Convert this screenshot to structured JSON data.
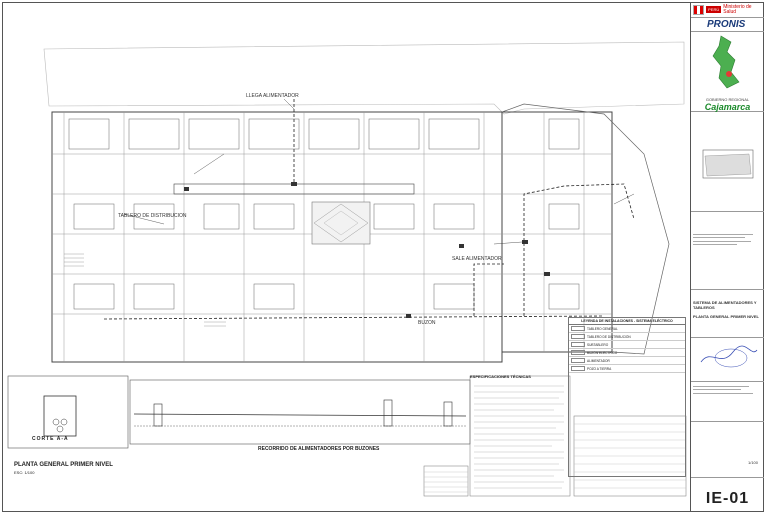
{
  "titleblock": {
    "ministry": "Ministerio de Salud",
    "peru": "PERÚ",
    "pronis": "PRONIS",
    "gov": "GOBIERNO REGIONAL",
    "region": "Cajamarca",
    "system_title": "SISTEMA DE ALIMENTADORES Y TABLEROS",
    "plan_title": "PLANTA GENERAL PRIMER NIVEL",
    "sheet_number": "IE-01",
    "scale": "1/100"
  },
  "drawing": {
    "title": "PLANTA GENERAL PRIMER NIVEL",
    "scale": "ESC: 1/100",
    "section_label": "CORTE A-A",
    "route_label": "RECORRIDO DE ALIMENTADORES POR BUZONES",
    "notes_title": "ESPECIFICACIONES TÉCNICAS",
    "legend_title": "LEYENDA DE INSTALACIONES - SISTEMA ELÉCTRICO"
  },
  "legend": [
    "TABLERO GENERAL",
    "TABLERO DE DISTRIBUCIÓN",
    "SUBTABLERO",
    "BUZÓN ELÉCTRICO",
    "ALIMENTADOR",
    "POZO A TIERRA"
  ],
  "labels": [
    "LLEGA ALIMENTADOR",
    "TABLERO DE DISTRIBUCION",
    "SALE ALIMENTADOR",
    "BUZON"
  ]
}
